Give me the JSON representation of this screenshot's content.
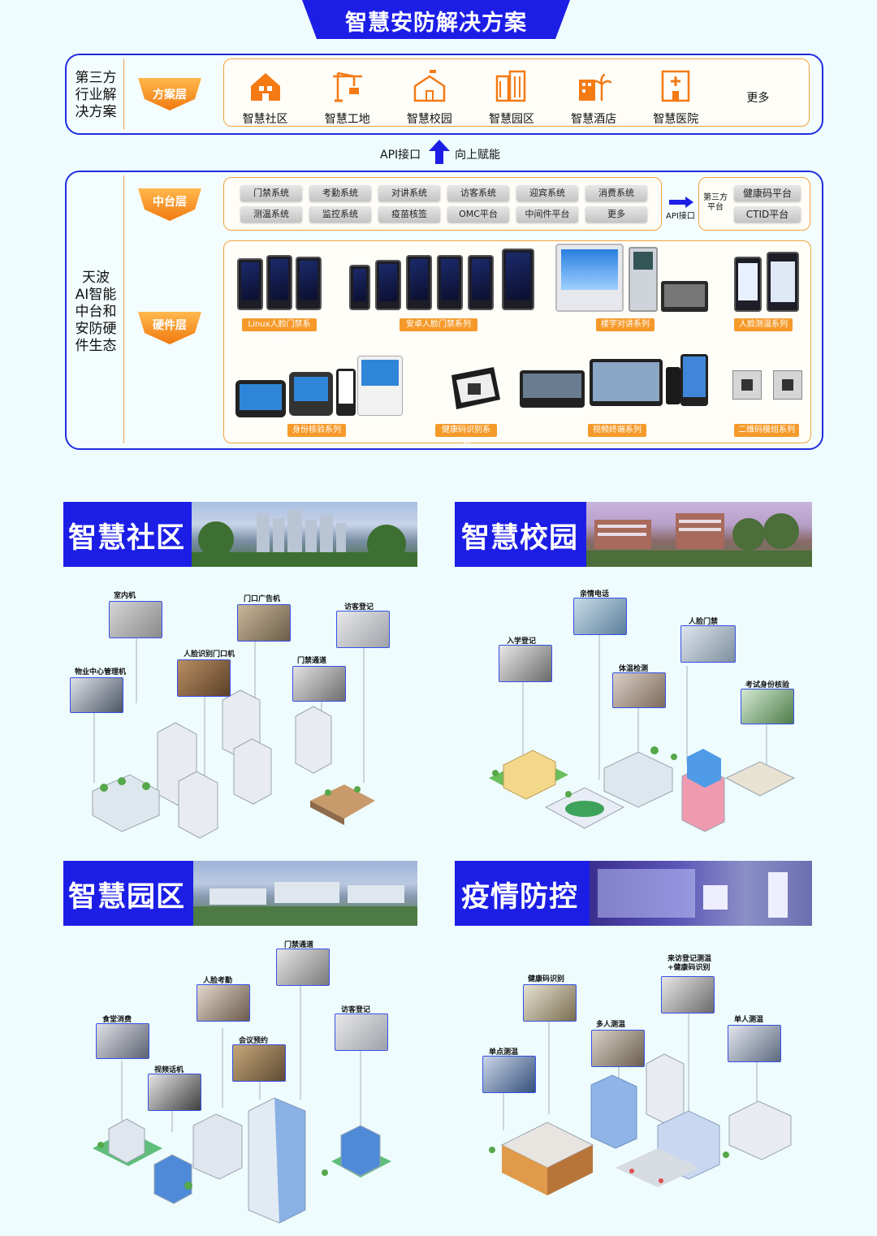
{
  "header": {
    "title": "智慧安防解决方案"
  },
  "top_panel": {
    "side_label": "第三方\n行业解\n决方案",
    "layer_label": "方案层",
    "solutions": [
      {
        "label": "智慧社区",
        "icon": "community-building-icon"
      },
      {
        "label": "智慧工地",
        "icon": "construction-crane-icon"
      },
      {
        "label": "智慧校园",
        "icon": "school-icon"
      },
      {
        "label": "智慧园区",
        "icon": "park-buildings-icon"
      },
      {
        "label": "智慧酒店",
        "icon": "hotel-palm-icon"
      },
      {
        "label": "智慧医院",
        "icon": "hospital-icon"
      }
    ],
    "more_label": "更多"
  },
  "api_row": {
    "left": "API接口",
    "right": "向上赋能"
  },
  "bottom_panel": {
    "side_label": "天波\nAI智能\n中台和\n安防硬\n件生态",
    "middle_layer_label": "中台层",
    "hardware_layer_label": "硬件层",
    "systems": [
      "门禁系统",
      "考勤系统",
      "对讲系统",
      "访客系统",
      "迎宾系统",
      "消费系统",
      "测温系统",
      "监控系统",
      "疫苗核签",
      "OMC平台",
      "中间件平台",
      "更多"
    ],
    "api_arrow_label": "API接口",
    "third_party_label": "第三方\n平台",
    "platforms": [
      "健康码平台",
      "CTID平台"
    ],
    "hardware_series_row1": [
      "Linux人脸门禁系列",
      "安卓人脸门禁系列",
      "楼宇对讲系列",
      "人脸测温系列"
    ],
    "hardware_series_row2": [
      "身份核验系列",
      "健康码识别系列",
      "视频终端系列",
      "二维码模组系列"
    ]
  },
  "scenes": {
    "community": {
      "title": "智慧社区",
      "callouts": [
        "室内机",
        "门口广告机",
        "访客登记",
        "人脸识别门口机",
        "物业中心管理机",
        "门禁通道"
      ]
    },
    "campus": {
      "title": "智慧校园",
      "callouts": [
        "亲情电话",
        "人脸门禁",
        "入学登记",
        "体温检测",
        "考试身份核验"
      ]
    },
    "park": {
      "title": "智慧园区",
      "callouts": [
        "门禁通道",
        "人脸考勤",
        "食堂消费",
        "访客登记",
        "会议预约",
        "视频话机"
      ]
    },
    "epidemic": {
      "title": "疫情防控",
      "callouts": [
        "健康码识别",
        "来访登记测温\n+健康码识别",
        "多人测温",
        "单人测温",
        "单点测温"
      ]
    }
  },
  "colors": {
    "primary_blue": "#1c1ee6",
    "accent_orange": "#f59a2a",
    "background": "#eefcfd"
  }
}
